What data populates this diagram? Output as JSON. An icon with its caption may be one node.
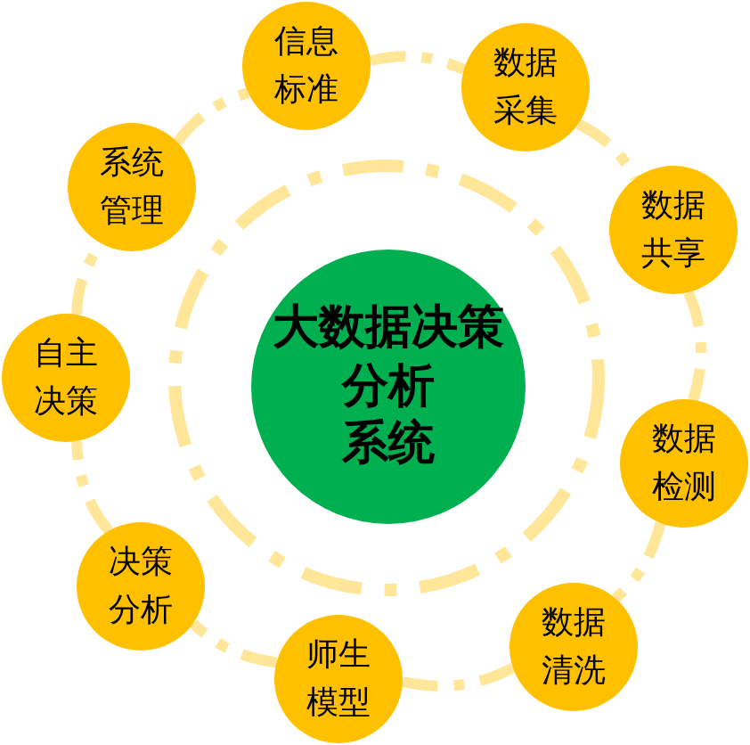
{
  "diagram": {
    "nodes": [
      {
        "text": [
          "大数据决策分析系统"
        ]
      },
      {
        "text": [
          "信息标准"
        ]
      },
      {
        "text": [
          "数据采集"
        ]
      },
      {
        "text": [
          "数据共享"
        ]
      },
      {
        "text": [
          "数据检测"
        ]
      },
      {
        "text": [
          "数据清洗"
        ]
      },
      {
        "text": [
          "师生模型"
        ]
      },
      {
        "text": [
          "决策分析"
        ]
      },
      {
        "text": [
          "自主决策"
        ]
      },
      {
        "text": [
          "系统管理"
        ]
      }
    ],
    "edges": [
      {
        "from": 1,
        "to": 2,
        "arrow": "none",
        "style": "dashed"
      },
      {
        "from": 2,
        "to": 3,
        "arrow": "none",
        "style": "dashed"
      },
      {
        "from": 3,
        "to": 4,
        "arrow": "none",
        "style": "dashed"
      },
      {
        "from": 4,
        "to": 5,
        "arrow": "none",
        "style": "dashed"
      },
      {
        "from": 5,
        "to": 6,
        "arrow": "none",
        "style": "dashed"
      },
      {
        "from": 6,
        "to": 7,
        "arrow": "none",
        "style": "dashed"
      },
      {
        "from": 7,
        "to": 8,
        "arrow": "none",
        "style": "dashed"
      },
      {
        "from": 8,
        "to": 9,
        "arrow": "none",
        "style": "dashed"
      },
      {
        "from": 9,
        "to": 1,
        "arrow": "none",
        "style": "dashed"
      }
    ]
  }
}
